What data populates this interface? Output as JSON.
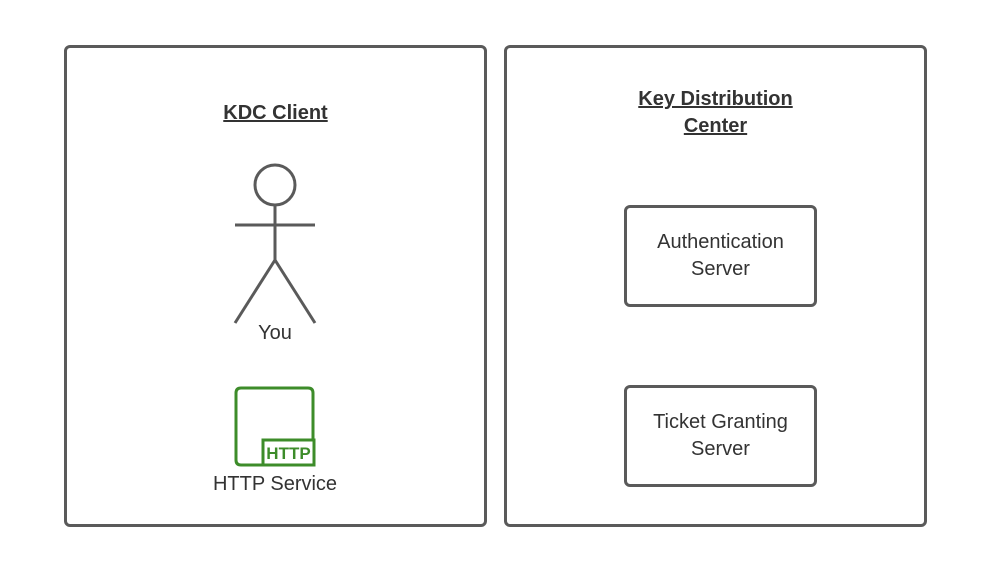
{
  "client": {
    "title": "KDC Client",
    "actor_label": "You",
    "service_label": "HTTP Service",
    "service_badge": "HTTP",
    "service_color": "#3d8c2a"
  },
  "kdc": {
    "title_line1": "Key Distribution",
    "title_line2": "Center",
    "auth_server": "Authentication Server",
    "tgs": "Ticket Granting Server"
  }
}
